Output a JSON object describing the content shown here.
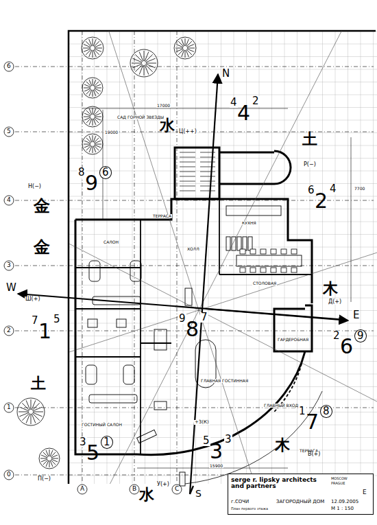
{
  "diagram": {
    "nodes": [
      {
        "text": [
          "serge r. lipsky architects and partners",
          "MOSCOW",
          "PRAGUE",
          "E",
          "г.СОЧИ",
          "ЗАГОРОДНЫЙ ДОМ",
          "12.09.2005",
          "М 1 : 150",
          "План первого этажа"
        ]
      }
    ],
    "labels": [
      "6",
      "5",
      "4",
      "3",
      "2",
      "1",
      "0",
      "A",
      "B",
      "C",
      "N",
      "S",
      "W",
      "E",
      "САД ГОРНОЙ ЗВЕЗДЫ",
      "ТЕРРАСА",
      "САЛОН",
      "ХОЛЛ",
      "КУХНЯ",
      "СТОЛОВАЯ",
      "ГАРДЕРОБНАЯ",
      "ГЛАВНАЯ ГОСТИННАЯ",
      "ГЛАВНЫЙ ВХОД",
      "ГОСТИНЫЙ САЛОН",
      "ТЕРРАСА",
      "17000",
      "19000",
      "7700",
      "15900",
      "4",
      "4",
      "2",
      "8",
      "9",
      "6",
      "6",
      "2",
      "4",
      "7",
      "1",
      "5",
      "9",
      "8",
      "7",
      "2",
      "6",
      "9",
      "1",
      "7",
      "8",
      "5",
      "3",
      "3",
      "3",
      "5",
      "1",
      "水",
      "土",
      "金",
      "金",
      "木",
      "土",
      "木",
      "水",
      "Ц(++)",
      "Р(−)",
      "Н(−)",
      "Ш(+)",
      "Д(+)",
      "В(+)",
      "П(−)",
      "У(+)",
      "+3(К)"
    ]
  }
}
